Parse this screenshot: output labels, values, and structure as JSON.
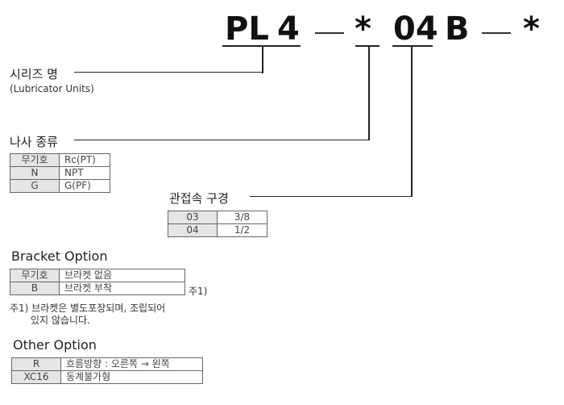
{
  "model_code": {
    "series": "PL",
    "size": "4",
    "thread": "*",
    "port": "04",
    "bracket": "B",
    "option": "*",
    "separator": "—"
  },
  "series_name": {
    "title": "시리즈 명",
    "subtitle": "(Lubricator Units)"
  },
  "thread_type": {
    "title": "나사 종류",
    "rows": [
      {
        "code": "무기호",
        "desc": "Rc(PT)"
      },
      {
        "code": "N",
        "desc": "NPT"
      },
      {
        "code": "G",
        "desc": "G(PF)"
      }
    ]
  },
  "port_size": {
    "title": "관접속 구경",
    "rows": [
      {
        "code": "03",
        "desc": "3/8"
      },
      {
        "code": "04",
        "desc": "1/2"
      }
    ]
  },
  "bracket_option": {
    "title": "Bracket Option",
    "rows": [
      {
        "code": "무기호",
        "desc": "브라켓 없음"
      },
      {
        "code": "B",
        "desc": "브라켓 부착"
      }
    ],
    "footnote_mark": "주1)",
    "footnote_line1": "주1) 브라켓은 별도포장되며, 조립되어",
    "footnote_line2": "있지 않습니다."
  },
  "other_option": {
    "title": "Other Option",
    "rows": [
      {
        "code": "R",
        "desc": "흐름방향 : 오른쪽 → 왼쪽"
      },
      {
        "code": "XC16",
        "desc": "동계불가형"
      }
    ]
  }
}
